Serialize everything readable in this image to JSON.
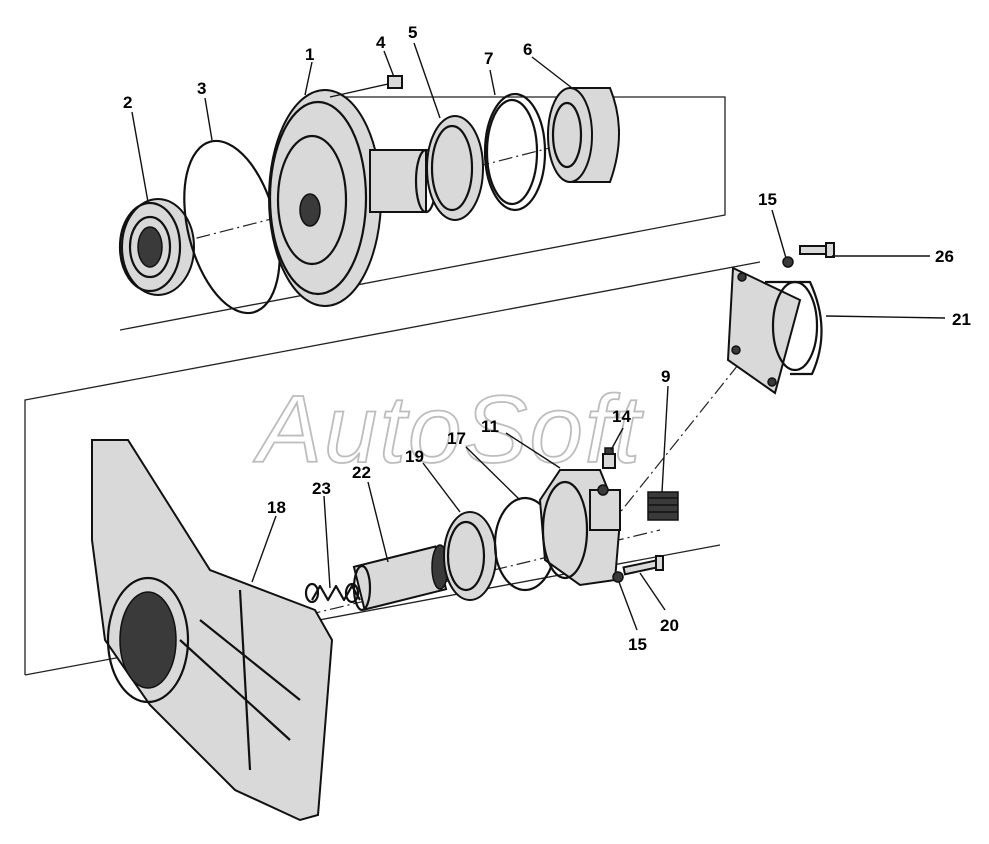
{
  "watermark": "AutoSoft",
  "callouts": {
    "c1": "1",
    "c2": "2",
    "c3": "3",
    "c4": "4",
    "c5": "5",
    "c6": "6",
    "c7": "7",
    "c9": "9",
    "c11": "11",
    "c14": "14",
    "c15a": "15",
    "c15b": "15",
    "c17": "17",
    "c18": "18",
    "c19": "19",
    "c20": "20",
    "c21": "21",
    "c22": "22",
    "c23": "23",
    "c26": "26"
  }
}
